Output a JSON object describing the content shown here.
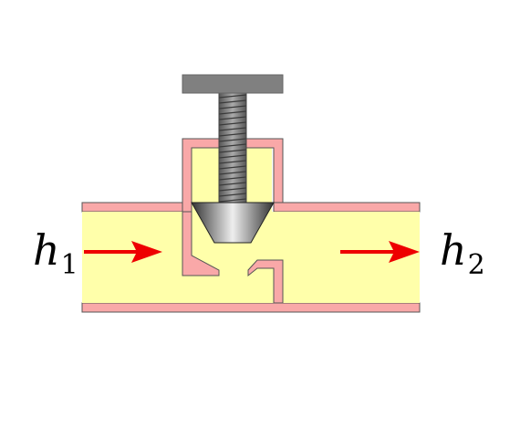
{
  "diagram": {
    "inlet_label": {
      "symbol": "h",
      "subscript": "1"
    },
    "outlet_label": {
      "symbol": "h",
      "subscript": "2"
    },
    "colors": {
      "pipe_wall": "#f9a8a8",
      "fluid": "#ffffaa",
      "outline": "#555555",
      "arrow": "#ee0000",
      "handle": "#808080",
      "stem": "#777777",
      "plug_dark": "#333333",
      "plug_light": "#eeeeee"
    },
    "icons": {
      "inlet_arrow": "arrow-right-icon",
      "outlet_arrow": "arrow-right-icon",
      "valve": "throttle-valve-icon"
    }
  }
}
